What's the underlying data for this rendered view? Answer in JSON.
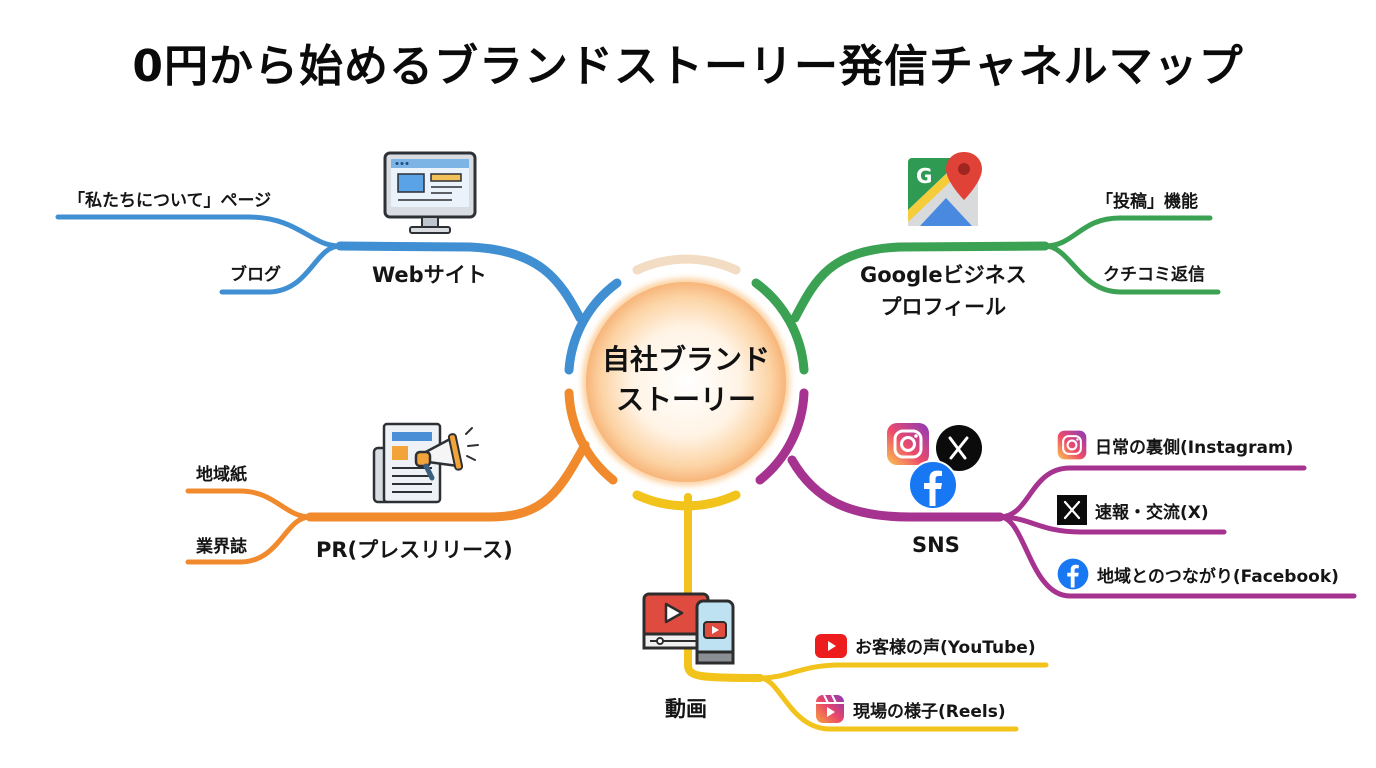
{
  "title": "0円から始めるブランドストーリー発信チャネルマップ",
  "center": {
    "line1": "自社ブランド",
    "line2": "ストーリー"
  },
  "colors": {
    "website": "#3f8fd2",
    "google": "#3aa252",
    "sns": "#a6338f",
    "video": "#f2c31b",
    "pr": "#f08a2c",
    "top_arc": "#f3dcc4",
    "center_glow": "#fbc58a"
  },
  "branches": {
    "website": {
      "label": "Webサイト",
      "icon": "desktop-monitor-icon",
      "leaves": [
        "「私たちについて」ページ",
        "ブログ"
      ]
    },
    "google": {
      "label_line1": "Googleビジネス",
      "label_line2": "プロフィール",
      "icon": "google-maps-icon",
      "leaves": [
        "「投稿」機能",
        "クチコミ返信"
      ]
    },
    "sns": {
      "label": "SNS",
      "icons": [
        "instagram-icon",
        "x-icon",
        "facebook-icon"
      ],
      "leaves": [
        {
          "icon": "instagram-icon",
          "text": "日常の裏側(Instagram)"
        },
        {
          "icon": "x-icon",
          "text": "速報・交流(X)"
        },
        {
          "icon": "facebook-icon",
          "text": "地域とのつながり(Facebook)"
        }
      ]
    },
    "video": {
      "label": "動画",
      "icon": "video-player-phone-icon",
      "leaves": [
        {
          "icon": "youtube-icon",
          "text": "お客様の声(YouTube)"
        },
        {
          "icon": "reels-icon",
          "text": "現場の様子(Reels)"
        }
      ]
    },
    "pr": {
      "label": "PR(プレスリリース)",
      "icon": "newspaper-megaphone-icon",
      "leaves": [
        "地域紙",
        "業界誌"
      ]
    }
  }
}
